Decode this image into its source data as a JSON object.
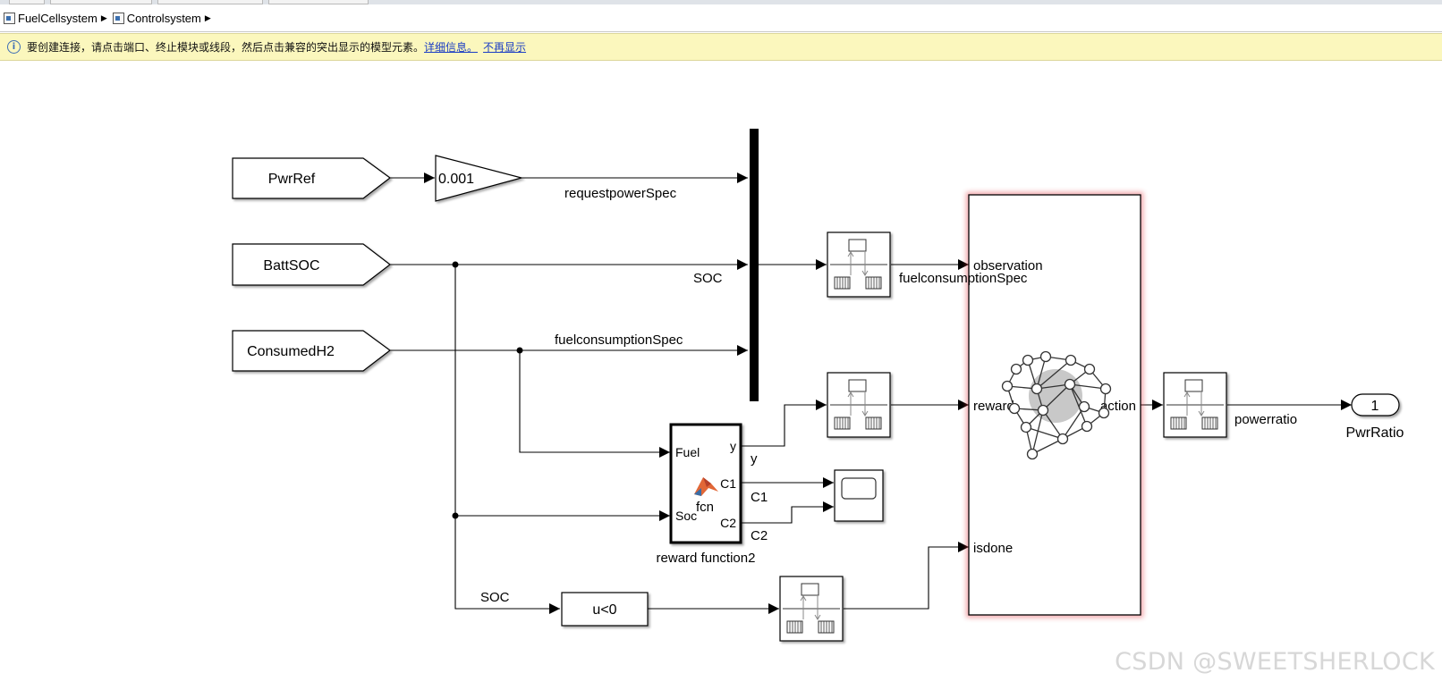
{
  "breadcrumb": {
    "items": [
      {
        "label": "FuelCellsystem",
        "icon": "subsystem-icon"
      },
      {
        "label": "Controlsystem",
        "icon": "subsystem-icon"
      }
    ]
  },
  "infobar": {
    "icon": "info-icon",
    "message": "要创建连接，请点击端口、终止模块或线段，然后点击兼容的突出显示的模型元素。",
    "link_details": "详细信息。",
    "link_dismiss": "不再显示"
  },
  "diagram": {
    "from_blocks": [
      "PwrRef",
      "BattSOC",
      "ConsumedH2"
    ],
    "gain_value": "0.001",
    "signal_labels": {
      "request_power": "requestpowerSpec",
      "soc_to_mux": "SOC",
      "fuel_to_mux": "fuelconsumptionSpec",
      "obs_out": "fuelconsumptionSpec",
      "y": "y",
      "c1": "C1",
      "c2": "C2",
      "soc_to_compare": "SOC",
      "powerratio": "powerratio"
    },
    "fcn_block": {
      "in_ports": [
        "Fuel",
        "Soc"
      ],
      "out_ports": [
        "y",
        "C1",
        "C2"
      ],
      "label": "fcn",
      "name": "reward function2"
    },
    "compare_block": "u<0",
    "agent_ports": {
      "inputs": [
        "observation",
        "reward",
        "isdone"
      ],
      "output": "action"
    },
    "outport": {
      "number": "1",
      "name": "PwrRatio"
    }
  },
  "colors": {
    "infobar_bg": "#fbf7bd",
    "link": "#1a3cc4",
    "agent_highlight": "#e0323a",
    "matlab_logo": "#e16737"
  },
  "watermark": "CSDN @SWEETSHERLOCK"
}
